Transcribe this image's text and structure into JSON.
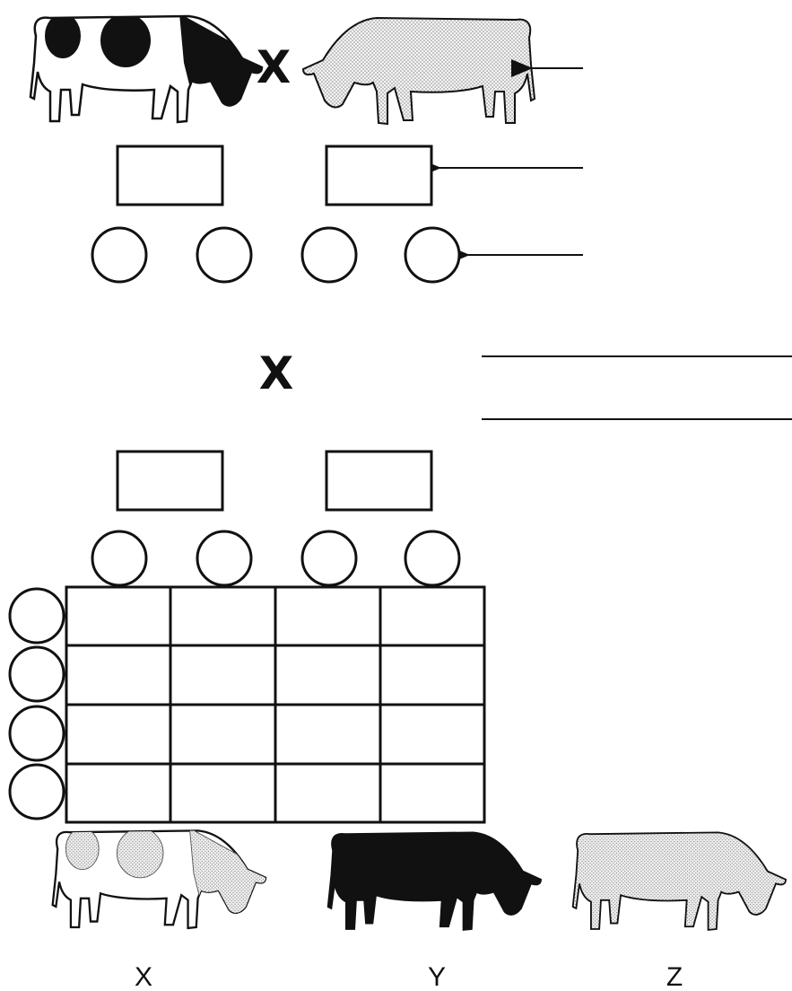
{
  "cross_symbol": "X",
  "offspring_labels": [
    "X",
    "Y",
    "Z"
  ],
  "cows": [
    {
      "role": "parent-1",
      "pattern": "black-white-spotted"
    },
    {
      "role": "parent-2",
      "pattern": "roan-stippled"
    },
    {
      "role": "offspring-x",
      "pattern": "roan-spotted"
    },
    {
      "role": "offspring-y",
      "pattern": "solid-black"
    },
    {
      "role": "offspring-z",
      "pattern": "roan-stippled"
    }
  ],
  "colors": {
    "ink": "#111111",
    "stipple": "#cfcfcf",
    "paper": "#ffffff"
  }
}
